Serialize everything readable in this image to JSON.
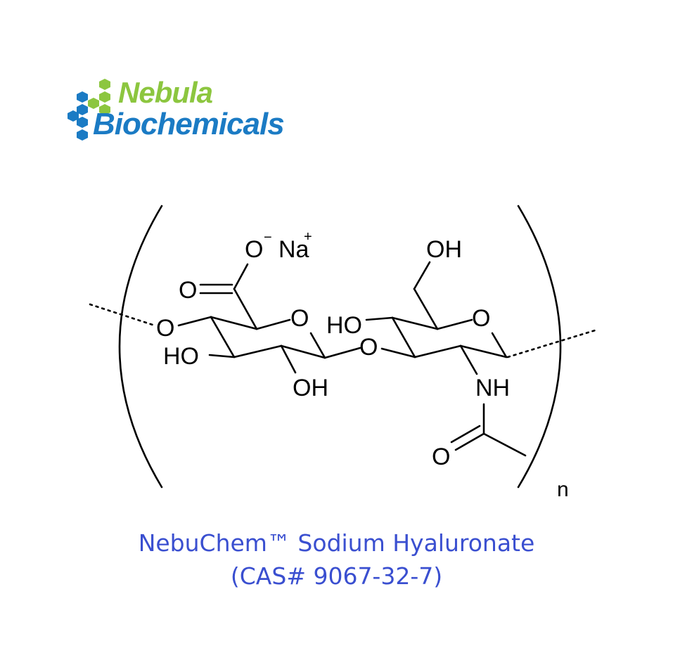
{
  "colors": {
    "logo_blue": "#1b7bc4",
    "logo_green": "#8cc63f",
    "caption": "#3a4fd0",
    "structure": "#000000"
  },
  "logo": {
    "line1": "Nebula",
    "line2": "Biochemicals",
    "icon": "hexagon-cluster-icon"
  },
  "structure": {
    "labels": {
      "o_minus": "O",
      "minus": "−",
      "na": "Na",
      "plus": "+",
      "carbonyl_o": "O",
      "ring1_o": "O",
      "link_o_left": "O",
      "ho_left": "HO",
      "oh_bottom": "OH",
      "bridge_o": "O",
      "ho_ring2": "HO",
      "oh_top": "OH",
      "ring2_o": "O",
      "nh": "NH",
      "amide_o": "O",
      "repeat_n": "n"
    }
  },
  "caption": {
    "line1": "NebuChem™ Sodium Hyaluronate",
    "line2": "(CAS# 9067-32-7)"
  }
}
